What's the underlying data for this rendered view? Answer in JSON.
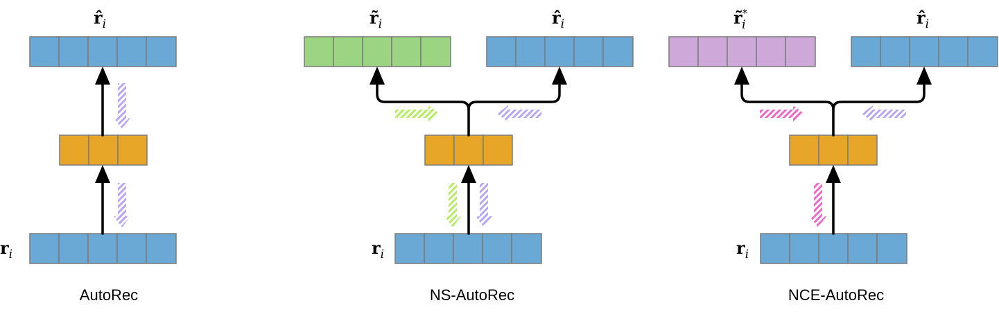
{
  "colors": {
    "blue": "#6aa8d6",
    "green": "#9bd581",
    "purple": "#cda8d8",
    "orange": "#e8a628",
    "lavender_arrow": "#b8a6f5",
    "green_arrow": "#b4ee60",
    "pink_arrow": "#ee66c8"
  },
  "labels": {
    "r_hat": "r̂",
    "r_tilde": "r̃",
    "r": "r",
    "sub_i": "i",
    "star": "*"
  },
  "panels": [
    {
      "label": "AutoRec"
    },
    {
      "label": "NS-AutoRec"
    },
    {
      "label": "NCE-AutoRec"
    }
  ]
}
